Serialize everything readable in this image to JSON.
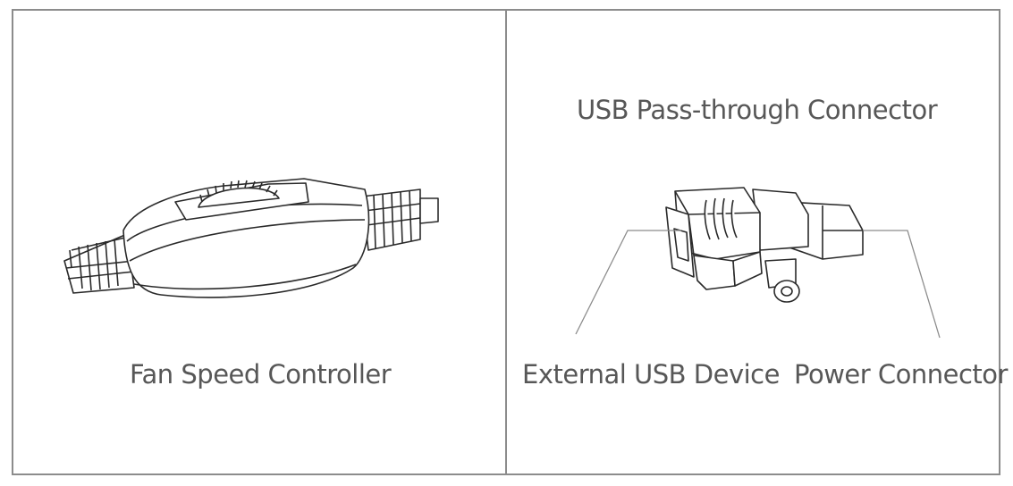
{
  "panels": {
    "left": {
      "caption": "Fan Speed Controller"
    },
    "right": {
      "title": "USB Pass-through Connector",
      "callouts": {
        "external": "External USB Device",
        "power": "Power Connector"
      }
    }
  },
  "colors": {
    "frame": "#8c8c8c",
    "text": "#575757",
    "line": "#2a2a2a"
  }
}
